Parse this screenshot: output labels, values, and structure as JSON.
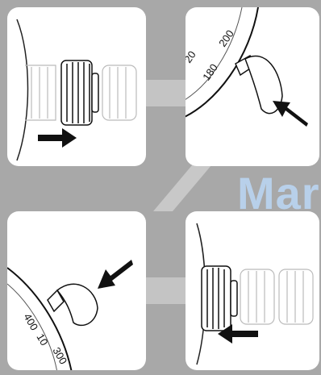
{
  "watermark_text": "Mar",
  "dial_top": {
    "ticks": [
      "20",
      "180",
      "200"
    ]
  },
  "dial_bottom": {
    "ticks": [
      "400",
      "10",
      "300"
    ]
  },
  "icons": [
    "crown-pushed-in",
    "crown-pulled-out",
    "push-arrow",
    "pull-arrow"
  ]
}
